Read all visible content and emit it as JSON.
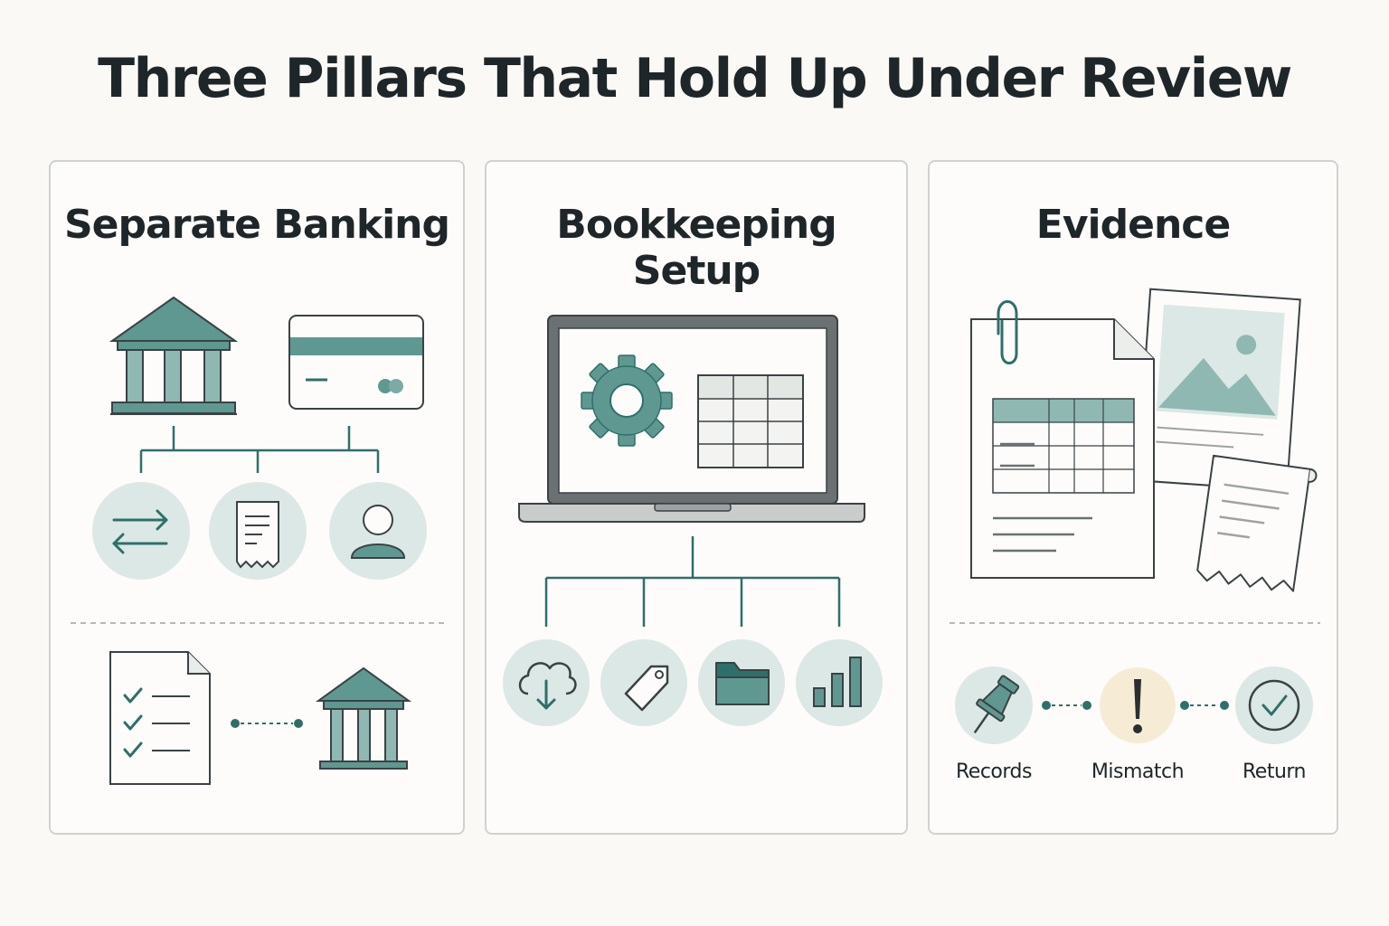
{
  "title": "Three Pillars That Hold Up Under Review",
  "pillars": [
    {
      "title": "Separate Banking",
      "icons": [
        "bank-icon",
        "credit-card-icon",
        "transfer-arrows-icon",
        "receipt-icon",
        "user-icon",
        "checklist-document-icon",
        "bank-icon"
      ]
    },
    {
      "title": "Bookkeeping Setup",
      "icons": [
        "laptop-icon",
        "gear-icon",
        "spreadsheet-icon",
        "cloud-download-icon",
        "tag-icon",
        "folder-icon",
        "bar-chart-icon"
      ]
    },
    {
      "title": "Evidence",
      "icons": [
        "document-icon",
        "paperclip-icon",
        "photo-icon",
        "receipt-icon",
        "pushpin-icon",
        "exclamation-icon",
        "check-circle-icon"
      ],
      "steps": [
        "Records",
        "Mismatch",
        "Return"
      ]
    }
  ],
  "colors": {
    "teal": "#5f9891",
    "teal_dark": "#2f6f6a",
    "teal_light": "#dce8e5",
    "warning_bg": "#f6ecd6",
    "outline": "#3a4245",
    "border": "#cfd2d1",
    "background": "#faf9f5"
  }
}
